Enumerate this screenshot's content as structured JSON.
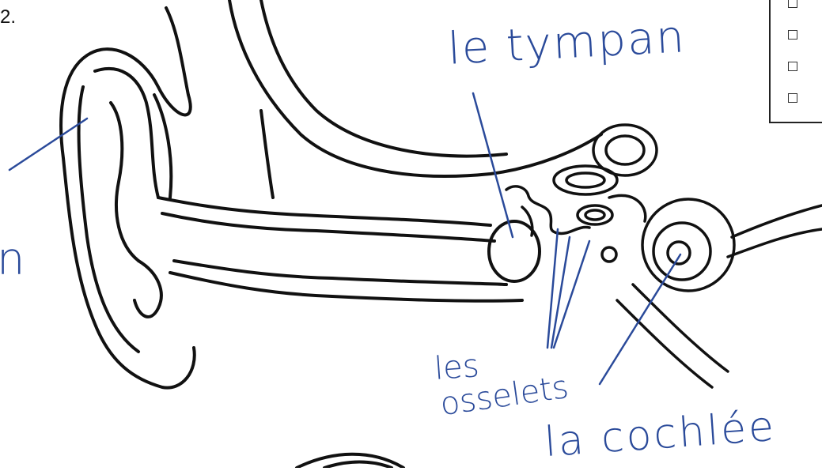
{
  "question_number": "2.",
  "checkboxes": [
    {
      "checked": false
    },
    {
      "checked": false
    },
    {
      "checked": false
    },
    {
      "checked": false
    }
  ],
  "labels": {
    "tympan": "le tympan",
    "les": "les",
    "osselets": "osselets",
    "cochlee": "la cochlée",
    "partial_left": "n"
  },
  "colors": {
    "ink": "#111111",
    "pen": "#2a4a9a",
    "paper": "#ffffff"
  }
}
